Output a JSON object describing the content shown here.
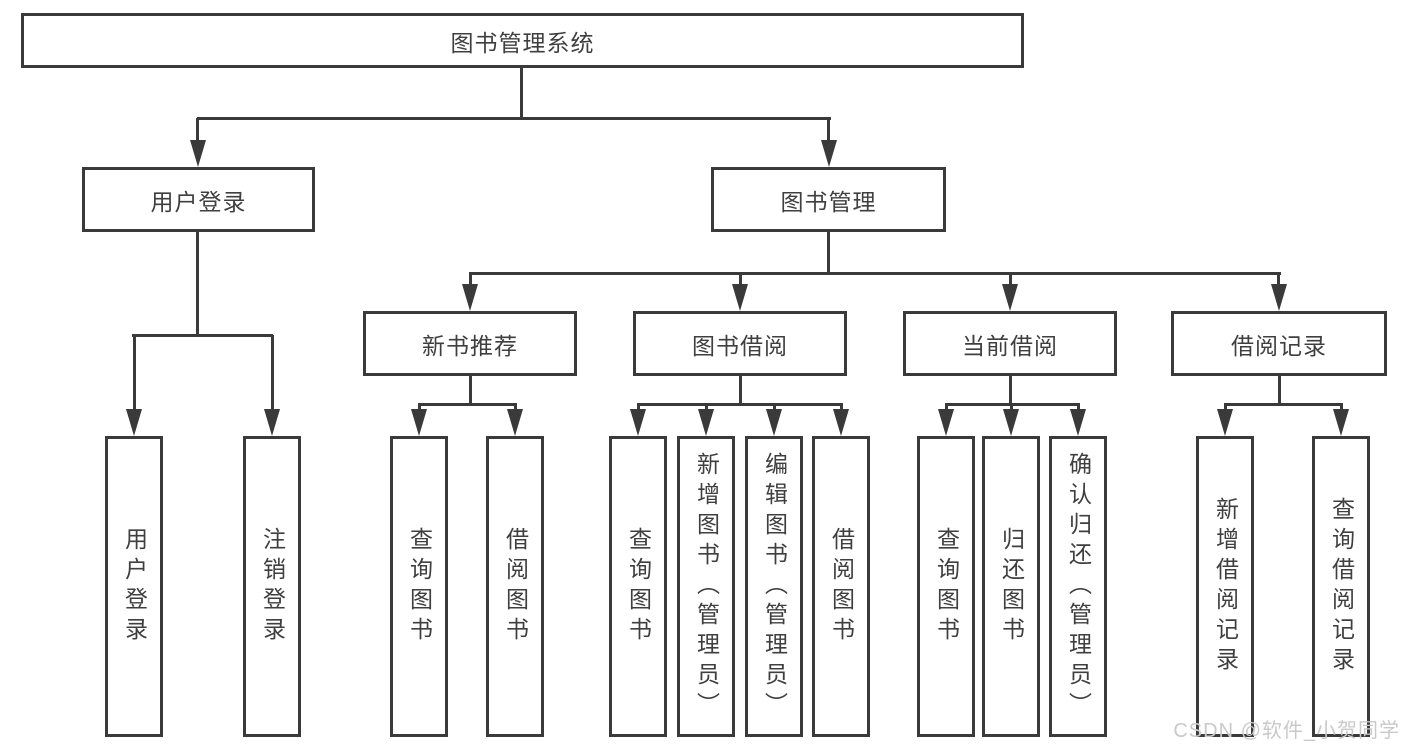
{
  "nodes": {
    "root": "图书管理系统",
    "user_login": "用户登录",
    "book_management": "图书管理",
    "new_book_recommend": "新书推荐",
    "book_borrowing": "图书借阅",
    "current_borrowing": "当前借阅",
    "borrowing_records": "借阅记录",
    "leaf_user_login": "用户登录",
    "leaf_logout": "注销登录",
    "leaf_query_book_rec": "查询图书",
    "leaf_borrow_book_rec": "借阅图书",
    "leaf_query_book_borrow": "查询图书",
    "leaf_add_book_admin": "新增图书（管理员）",
    "leaf_edit_book_admin": "编辑图书（管理员）",
    "leaf_borrow_book_borrow": "借阅图书",
    "leaf_query_book_current": "查询图书",
    "leaf_return_book": "归还图书",
    "leaf_confirm_return_admin": "确认归还（管理员）",
    "leaf_add_borrow_record": "新增借阅记录",
    "leaf_query_borrow_record": "查询借阅记录"
  },
  "watermark": {
    "text": "CSDN @软件_小贺同学"
  }
}
